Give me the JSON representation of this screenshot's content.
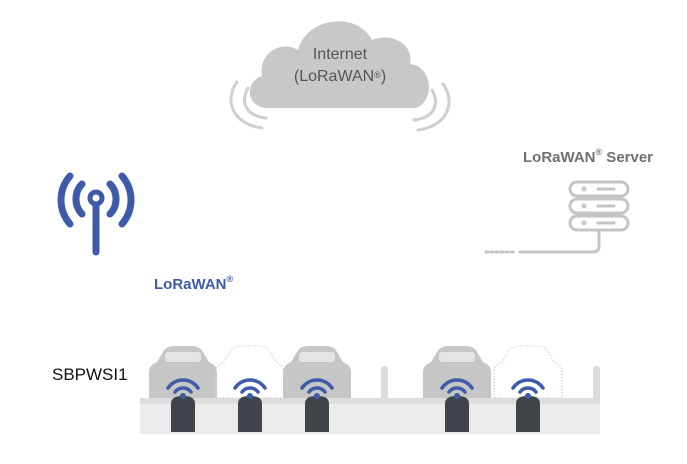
{
  "cloud": {
    "line1": "Internet",
    "line2": "(LoRaWAN",
    "line2_mark": "®",
    "line2_end": ")",
    "color": "#c8c8c8"
  },
  "server": {
    "label": "LoRaWAN",
    "label_mark": "®",
    "label_end": " Server",
    "color": "#bdbdbd"
  },
  "gateway": {
    "label": "LoRaWAN",
    "label_mark": "®",
    "icon": "antenna-broadcast-icon",
    "color": "#3d5ba8"
  },
  "device": {
    "label": "SBPWSI1"
  },
  "parking": {
    "spots": [
      {
        "car": "parked"
      },
      {
        "car": "empty"
      },
      {
        "car": "parked"
      },
      {
        "car": "parked"
      },
      {
        "car": "empty"
      }
    ],
    "sensor_color": "#3f454b",
    "signal_color": "#3d5ba8",
    "car_color": "#c6c6c6",
    "ground_color": "#ececec"
  }
}
